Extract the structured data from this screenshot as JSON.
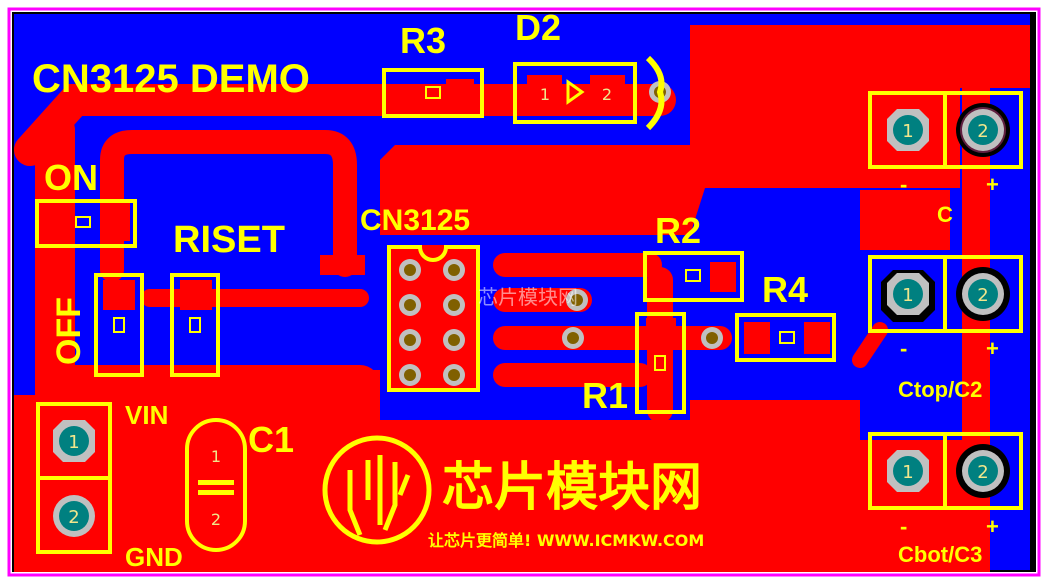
{
  "board": {
    "title": "CN3125 DEMO",
    "colors": {
      "top_copper": "#FF0000",
      "bottom_copper": "#0000FF",
      "silkscreen": "#FFFF00",
      "outline": "#FF00FF",
      "pad": "#C0C0C0",
      "pad_center": "#008080",
      "hole": "#806000"
    }
  },
  "labels": {
    "r3": "R3",
    "d2": "D2",
    "on": "ON",
    "off": "OFF",
    "riset": "RISET",
    "ic": "CN3125",
    "r2": "R2",
    "r4": "R4",
    "r1": "R1",
    "vin": "VIN",
    "gnd": "GND",
    "c1": "C1",
    "c": "C",
    "ctop": "Ctop/C2",
    "cbot": "Cbot/C3",
    "minus": "-",
    "plus": "+"
  },
  "pads": {
    "one": "1",
    "two": "2"
  },
  "logo": {
    "name": "芯片模块网",
    "slogan": "让芯片更简单! WWW.ICMKW.COM",
    "watermark": "芯片模块网"
  }
}
